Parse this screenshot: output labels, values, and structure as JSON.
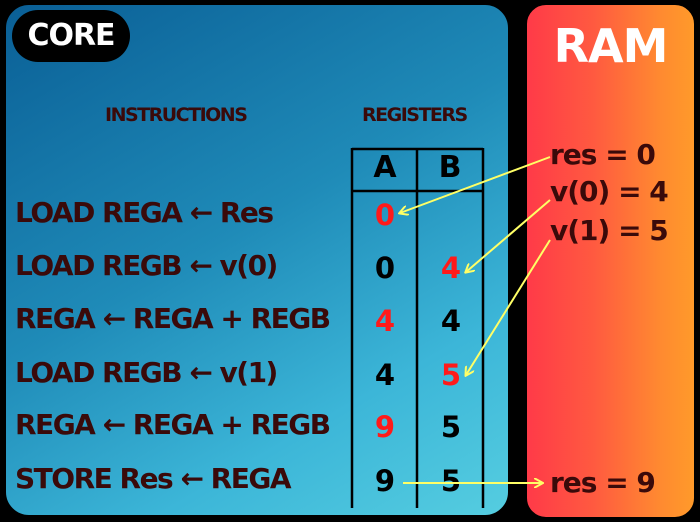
{
  "core": {
    "label": "CORE"
  },
  "ram": {
    "label": "RAM",
    "values": [
      "res = 0",
      "v(0) = 4",
      "v(1) = 5"
    ],
    "result": "res = 9"
  },
  "headers": {
    "instructions": "INSTRUCTIONS",
    "registers": "REGISTERS"
  },
  "columns": [
    "A",
    "B"
  ],
  "rows": [
    {
      "instruction": "LOAD REGA ← Res",
      "a": "0",
      "b": "",
      "a_changed": true,
      "b_changed": false
    },
    {
      "instruction": "LOAD REGB ← v(0)",
      "a": "0",
      "b": "4",
      "a_changed": false,
      "b_changed": true
    },
    {
      "instruction": "REGA ← REGA + REGB",
      "a": "4",
      "b": "4",
      "a_changed": true,
      "b_changed": false
    },
    {
      "instruction": "LOAD REGB ← v(1)",
      "a": "4",
      "b": "5",
      "a_changed": false,
      "b_changed": true
    },
    {
      "instruction": "REGA ← REGA + REGB",
      "a": "9",
      "b": "5",
      "a_changed": true,
      "b_changed": false
    },
    {
      "instruction": "STORE Res ← REGA",
      "a": "9",
      "b": "5",
      "a_changed": false,
      "b_changed": false
    }
  ],
  "colors": {
    "changed": "#ff1a1a",
    "arrow": "#ffff66"
  }
}
